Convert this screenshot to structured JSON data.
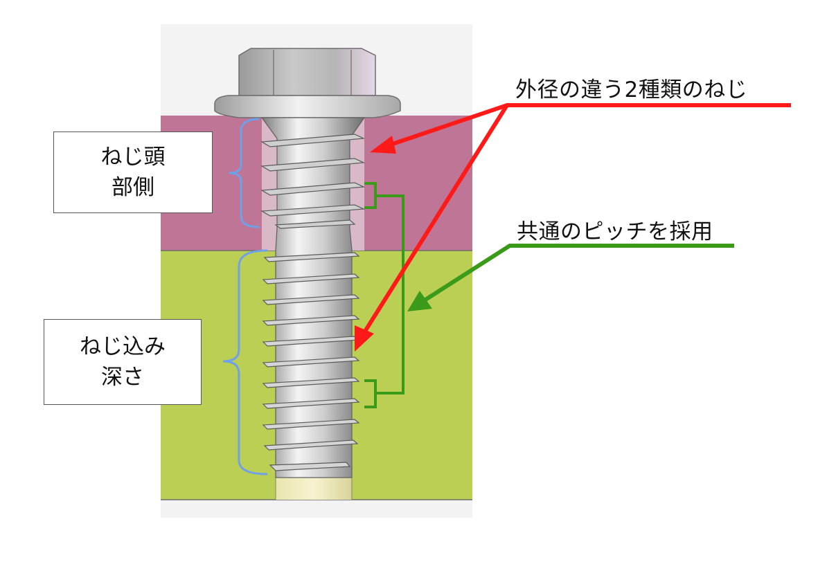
{
  "labels": {
    "screw_head_side": [
      "ねじ頭",
      "部側"
    ],
    "engagement_depth": [
      "ねじ込み",
      "深さ"
    ]
  },
  "callouts": {
    "two_diameters": "外径の違う2種類のねじ",
    "common_pitch": "共通のピッチを採用"
  },
  "colors": {
    "red_arrow": "#ff1a1a",
    "green_arrow": "#3c9a1a",
    "blue_brace": "#6fa0e8",
    "upper_plate": "#bf7595",
    "lower_plate": "#bccf55",
    "background_panel": "#f3f3f3"
  },
  "icons": [
    "hex-flange-head-icon",
    "screw-thread-icon"
  ]
}
